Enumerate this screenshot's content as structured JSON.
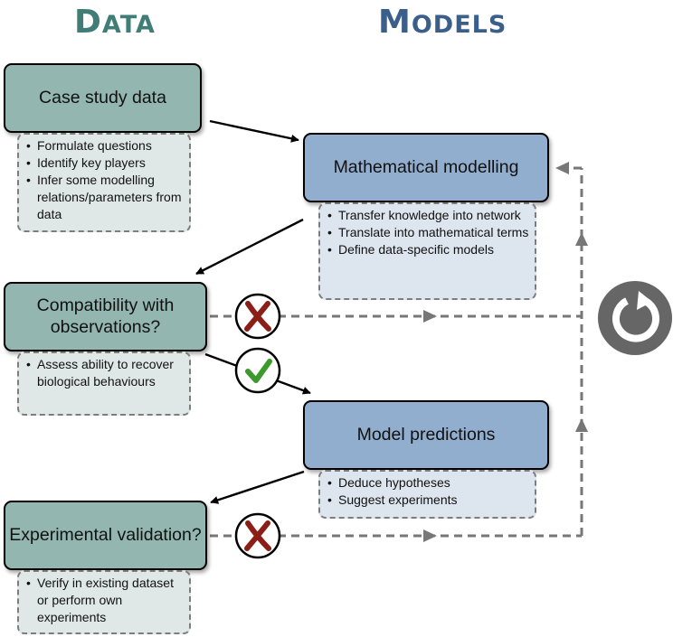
{
  "titles": {
    "data": "Data",
    "models": "Models"
  },
  "boxes": {
    "case_study": "Case study data",
    "math_modelling": "Mathematical modelling",
    "compatibility": "Compatibility with observations?",
    "predictions": "Model predictions",
    "experimental": "Experimental validation?"
  },
  "notes": {
    "case_study": [
      "Formulate questions",
      "Identify key players",
      "Infer some modelling relations/parameters from data"
    ],
    "math_modelling": [
      "Transfer knowledge into network",
      "Translate into mathematical terms",
      "Define data-specific models"
    ],
    "compatibility": [
      "Assess ability to recover biological behaviours"
    ],
    "predictions": [
      "Deduce hypotheses",
      "Suggest experiments"
    ],
    "experimental": [
      "Verify in existing dataset or perform own experiments"
    ]
  },
  "colors": {
    "data_title": "#3f7d76",
    "models_title": "#3a5f8a",
    "data_box": "#93b6b0",
    "model_box": "#91aece",
    "reject_mark": "#8b1f17",
    "accept_mark": "#3a9a2c",
    "loop_icon": "#666666"
  },
  "icons": {
    "reject": "cross-icon",
    "accept": "check-icon",
    "loop": "refresh-icon"
  }
}
